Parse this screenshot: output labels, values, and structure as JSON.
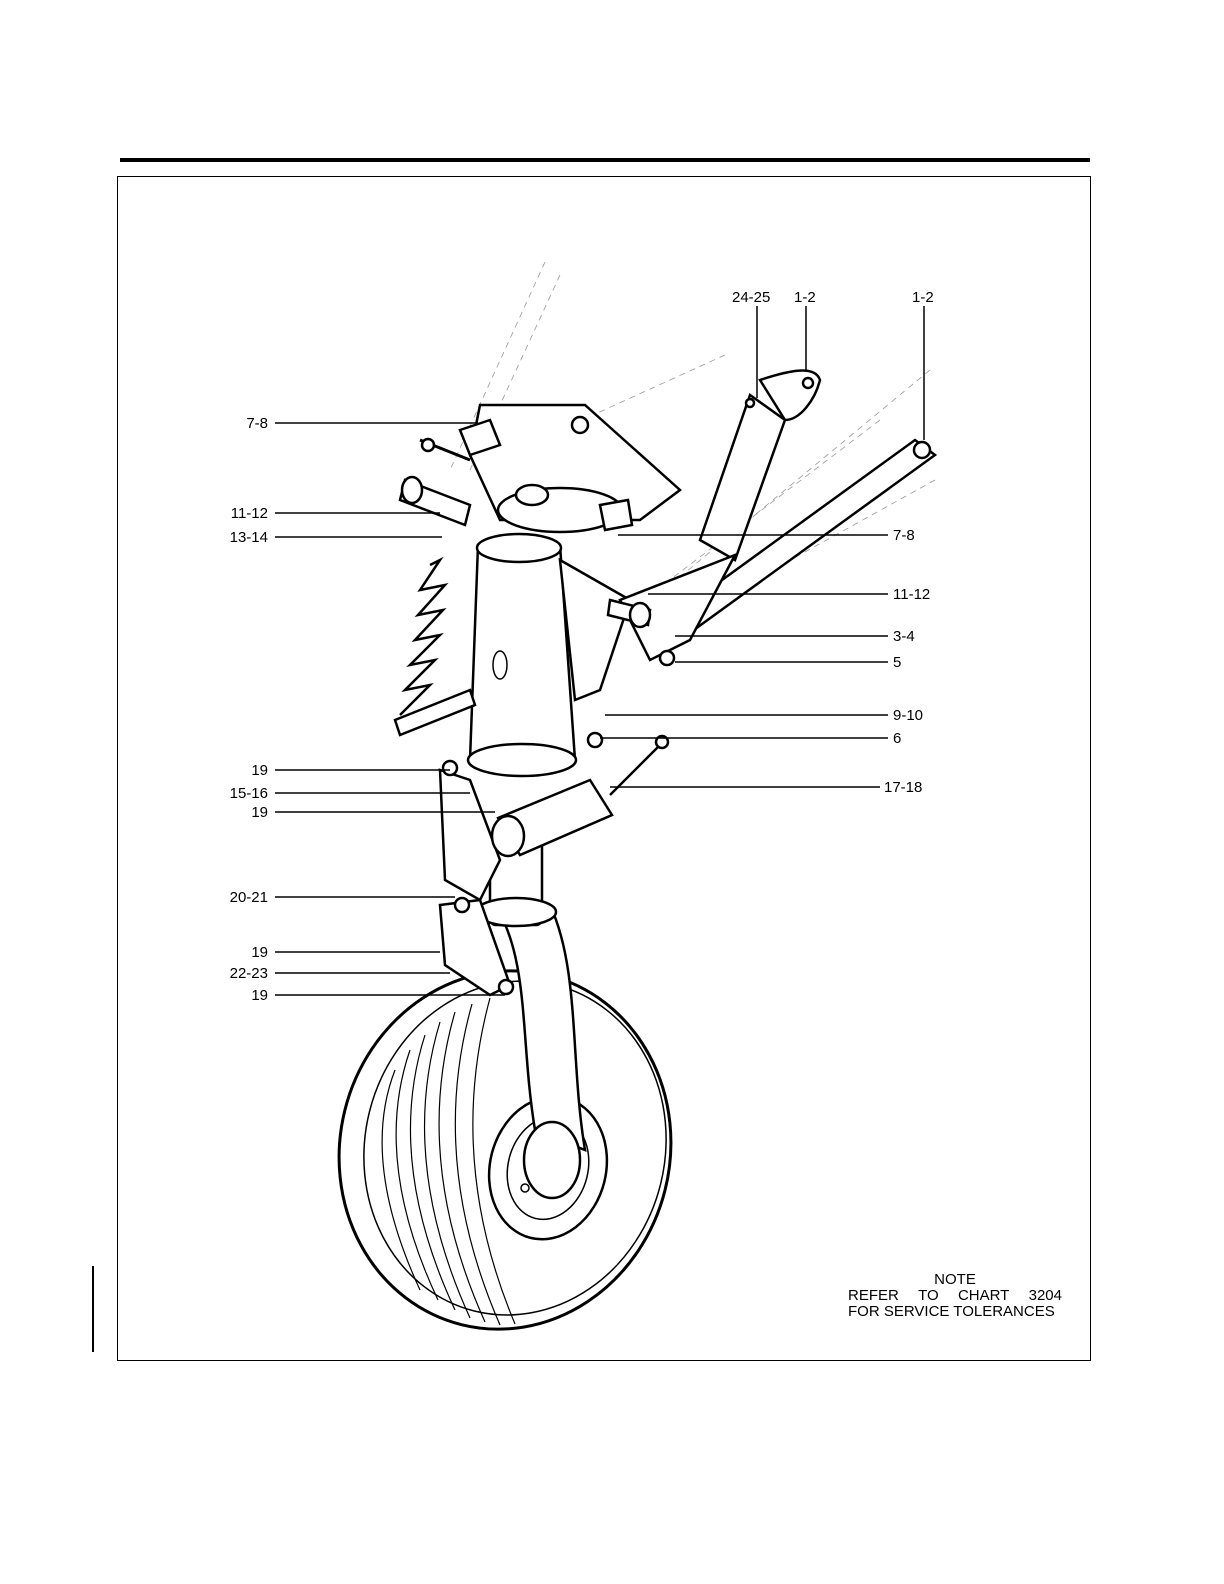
{
  "callouts": {
    "top_24_25": "24-25",
    "top_1_2_a": "1-2",
    "top_1_2_b": "1-2",
    "l_7_8": "7-8",
    "l_11_12": "11-12",
    "l_13_14": "13-14",
    "l_19_a": "19",
    "l_15_16": "15-16",
    "l_19_b": "19",
    "l_20_21": "20-21",
    "l_19_c": "19",
    "l_22_23": "22-23",
    "l_19_d": "19",
    "r_7_8": "7-8",
    "r_11_12": "11-12",
    "r_3_4": "3-4",
    "r_5": "5",
    "r_9_10": "9-10",
    "r_6": "6",
    "r_17_18": "17-18"
  },
  "note": {
    "title": "NOTE",
    "line2": [
      "REFER",
      "TO",
      "CHART",
      "3204"
    ],
    "line3": "FOR SERVICE TOLERANCES"
  }
}
